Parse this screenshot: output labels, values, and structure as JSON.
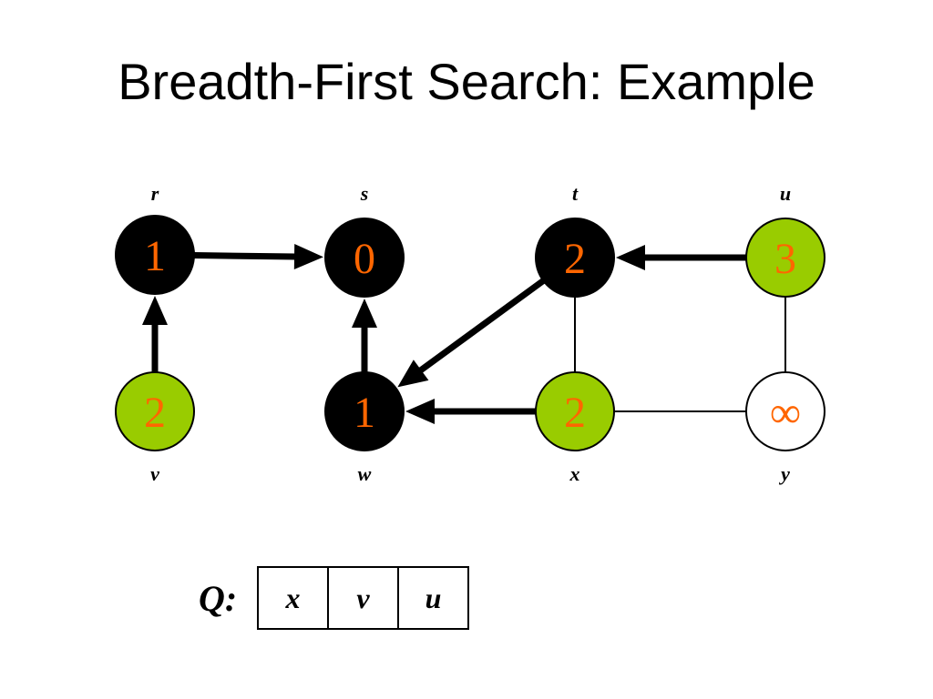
{
  "title": "Breadth-First Search: Example",
  "colors": {
    "visited": "#000000",
    "frontier": "#99cc00",
    "unvisited": "#ffffff",
    "distance_text": "#ff6600",
    "edge": "#000000"
  },
  "vertices": [
    {
      "id": "r",
      "label": "r",
      "distance": "1",
      "state": "visited"
    },
    {
      "id": "s",
      "label": "s",
      "distance": "0",
      "state": "visited"
    },
    {
      "id": "t",
      "label": "t",
      "distance": "2",
      "state": "visited"
    },
    {
      "id": "u",
      "label": "u",
      "distance": "3",
      "state": "frontier"
    },
    {
      "id": "v",
      "label": "v",
      "distance": "2",
      "state": "frontier"
    },
    {
      "id": "w",
      "label": "w",
      "distance": "1",
      "state": "visited"
    },
    {
      "id": "x",
      "label": "x",
      "distance": "2",
      "state": "frontier"
    },
    {
      "id": "y",
      "label": "y",
      "distance": "∞",
      "state": "unvisited"
    }
  ],
  "edges": [
    {
      "from": "r",
      "to": "s",
      "tree": true
    },
    {
      "from": "v",
      "to": "r",
      "tree": true
    },
    {
      "from": "w",
      "to": "s",
      "tree": true
    },
    {
      "from": "t",
      "to": "w",
      "tree": true
    },
    {
      "from": "x",
      "to": "w",
      "tree": true
    },
    {
      "from": "u",
      "to": "t",
      "tree": true
    },
    {
      "from": "t",
      "to": "x",
      "tree": false
    },
    {
      "from": "u",
      "to": "y",
      "tree": false
    },
    {
      "from": "x",
      "to": "y",
      "tree": false
    }
  ],
  "queue": {
    "label": "Q:",
    "items": [
      "x",
      "v",
      "u"
    ]
  }
}
